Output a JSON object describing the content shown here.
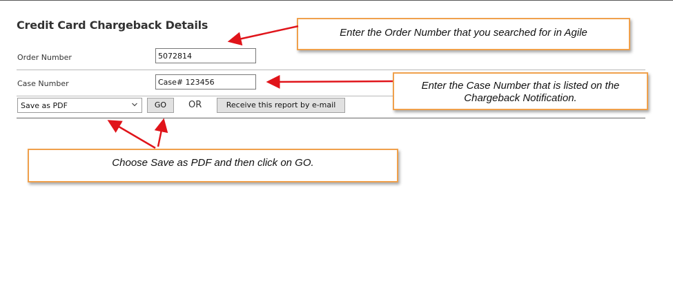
{
  "form": {
    "title": "Credit Card Chargeback Details",
    "order_number_label": "Order Number",
    "order_number_value": "5072814",
    "case_number_label": "Case Number",
    "case_number_value": "Case# 123456",
    "format_select_value": "Save as PDF",
    "go_button_label": "GO",
    "or_text": "OR",
    "email_button_label": "Receive this report by e-mail"
  },
  "callouts": {
    "order_number": "Enter the Order Number that you searched for in Agile",
    "case_number_line1": "Enter the Case Number that is listed on the",
    "case_number_line2": "Chargeback Notification.",
    "save_pdf": "Choose Save as PDF and then click on GO."
  },
  "colors": {
    "arrow": "#e0141a",
    "callout_border": "#f0a04b",
    "button_bg": "#e1e1e1"
  }
}
